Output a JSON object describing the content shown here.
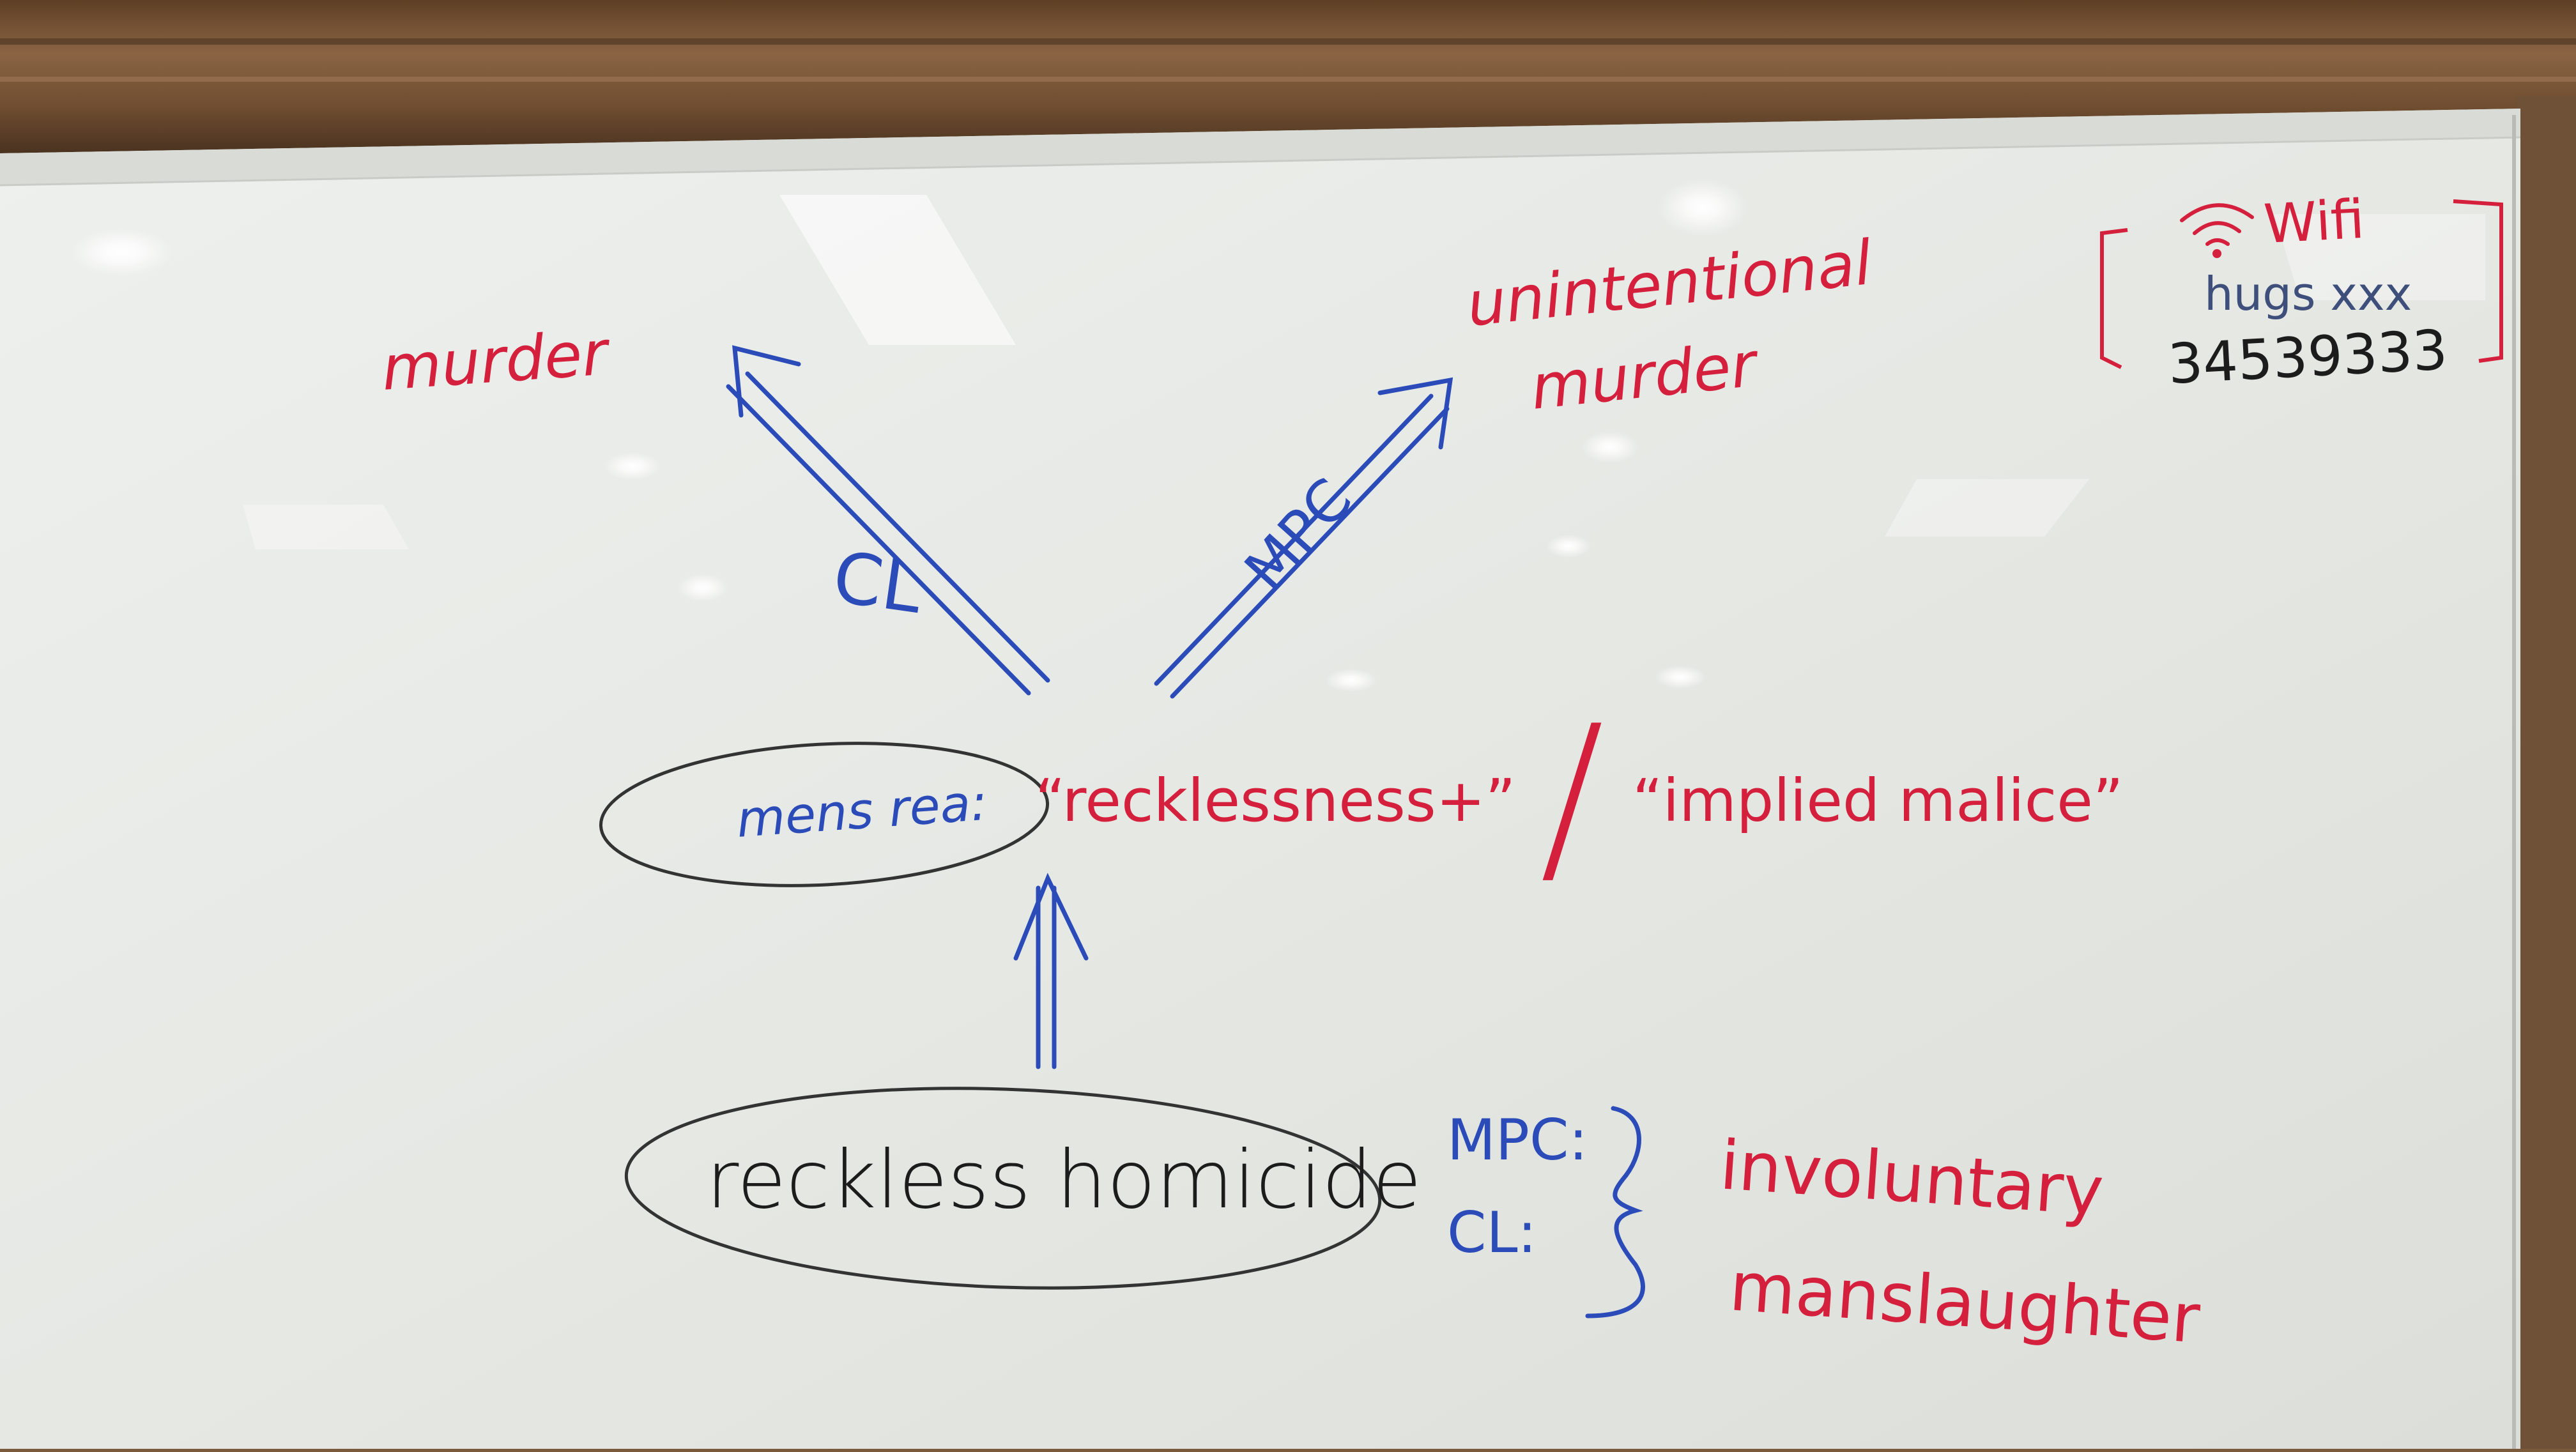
{
  "colors": {
    "red_marker": "#d4203c",
    "blue_marker": "#2a4bb8",
    "black_marker": "#1c1c1c",
    "board": "#e9ebe8",
    "wood_frame": "#7a5535"
  },
  "board": {
    "top_left": {
      "label": "murder"
    },
    "top_right": {
      "line1": "unintentional",
      "line2": "murder"
    },
    "arrow_left_label": "CL",
    "arrow_right_label": "MPC",
    "mens_rea": {
      "label": "mens rea:",
      "recklessness": "“recklessness+”",
      "separator": "/",
      "implied_malice": "“implied malice”"
    },
    "bottom": {
      "reckless_homicide": "reckless homicide",
      "mpc_label": "MPC:",
      "cl_label": "CL:",
      "result_line1": "involuntary",
      "result_line2": "manslaughter"
    },
    "wifi": {
      "title": "Wifi",
      "network": "hugs xxx",
      "password": "34539333",
      "icon": "wifi-icon"
    }
  }
}
